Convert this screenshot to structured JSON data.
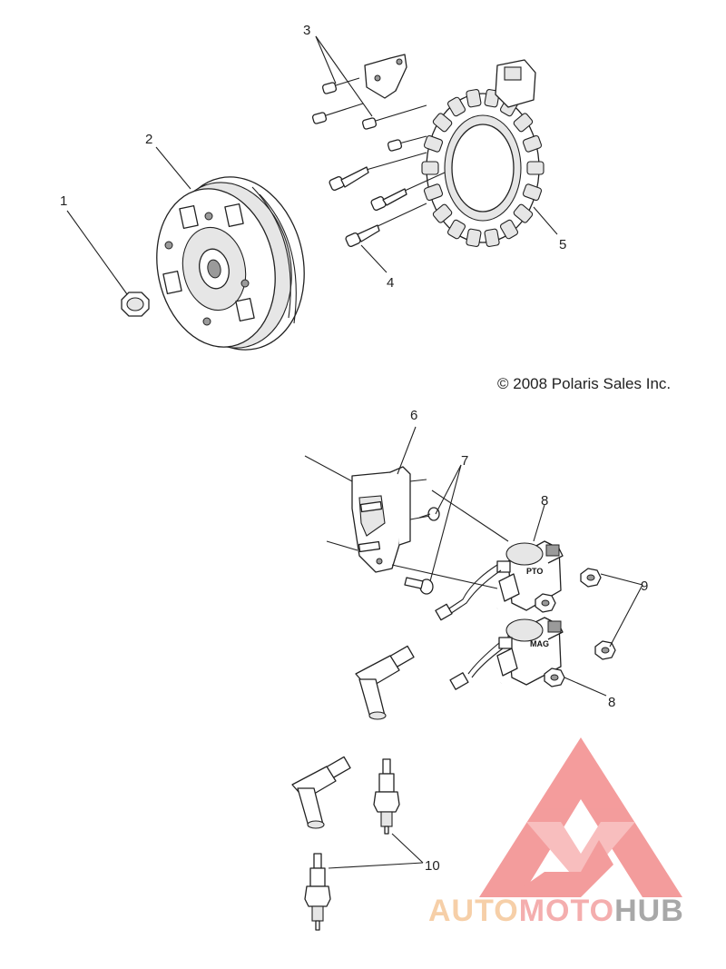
{
  "copyright": "© 2008 Polaris Sales Inc.",
  "callouts": {
    "c1": "1",
    "c2": "2",
    "c3": "3",
    "c4": "4",
    "c5": "5",
    "c6": "6",
    "c7": "7",
    "c8a": "8",
    "c8b": "8",
    "c9": "9",
    "c10": "10"
  },
  "coil_tags": {
    "pto": "PTO",
    "mag": "MAG"
  },
  "watermark": {
    "part1": "AUTO",
    "part2": "MOTO",
    "part3": "HUB",
    "color1": "#f5c79a",
    "color2": "#f3a0a0",
    "color3": "#9a9a9a",
    "triangle_color": "#f28b8b"
  }
}
